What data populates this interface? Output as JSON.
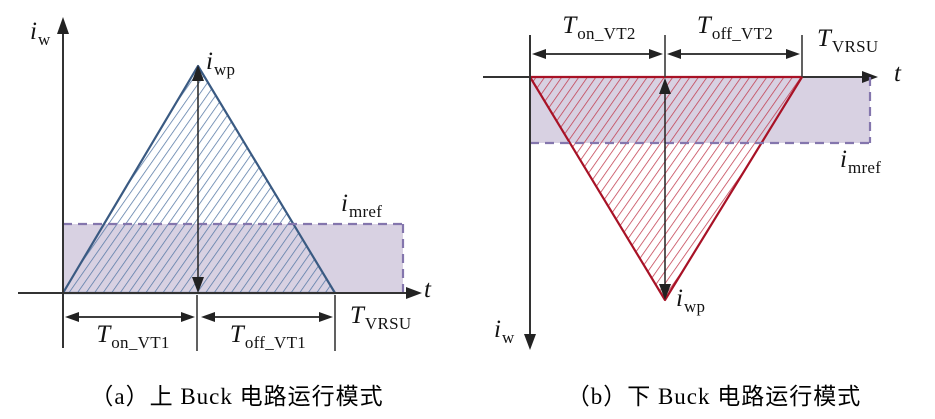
{
  "figure": {
    "colors": {
      "wave_a": "#3a5a82",
      "hatch_a": "#5578a5",
      "wave_b": "#a81226",
      "hatch_b": "#c23b4e",
      "ref_fill": "#d8d1e2",
      "ref_dash": "#8476ad",
      "axis": "#333333"
    },
    "panels": [
      {
        "name": "a",
        "y_axis": {
          "base": "i",
          "sub": "w"
        },
        "x_axis": "t",
        "peak": {
          "base": "i",
          "sub": "wp"
        },
        "ref": {
          "base": "i",
          "sub": "mref"
        },
        "period": {
          "base": "T",
          "sub": "VRSU"
        },
        "on_time": {
          "base": "T",
          "sub": "on_VT1"
        },
        "off_time": {
          "base": "T",
          "sub": "off_VT1"
        },
        "caption": "（a）上 Buck 电路运行模式"
      },
      {
        "name": "b",
        "y_axis": {
          "base": "i",
          "sub": "w"
        },
        "x_axis": "t",
        "peak": {
          "base": "i",
          "sub": "wp"
        },
        "ref": {
          "base": "i",
          "sub": "mref"
        },
        "period": {
          "base": "T",
          "sub": "VRSU"
        },
        "on_time": {
          "base": "T",
          "sub": "on_VT2"
        },
        "off_time": {
          "base": "T",
          "sub": "off_VT2"
        },
        "caption": "（b）下 Buck 电路运行模式"
      }
    ]
  }
}
